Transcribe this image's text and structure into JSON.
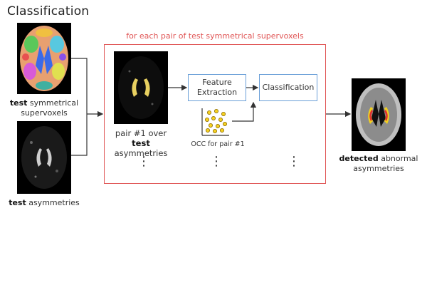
{
  "title": "Classification",
  "loop_label": "for each pair of test symmetrical supervoxels",
  "inputs": {
    "supervoxels_bold": "test",
    "supervoxels_rest1": " symmetrical",
    "supervoxels_rest2": "supervoxels",
    "asym_bold": "test",
    "asym_rest": " asymmetries"
  },
  "pair": {
    "line1": "pair #1 over",
    "bold": "test",
    "rest": " asymmetries"
  },
  "blocks": {
    "feature_line1": "Feature",
    "feature_line2": "Extraction",
    "classification": "Classification",
    "occ_label": "OCC for pair #1"
  },
  "output": {
    "bold": "detected",
    "rest": " abnormal",
    "line2": "asymmetries"
  },
  "ellipsis": "⋮",
  "colors": {
    "loop": "#e05555",
    "block_border": "#6a9fd8",
    "occ_dot": "#f5d020",
    "arrow": "#333333"
  }
}
